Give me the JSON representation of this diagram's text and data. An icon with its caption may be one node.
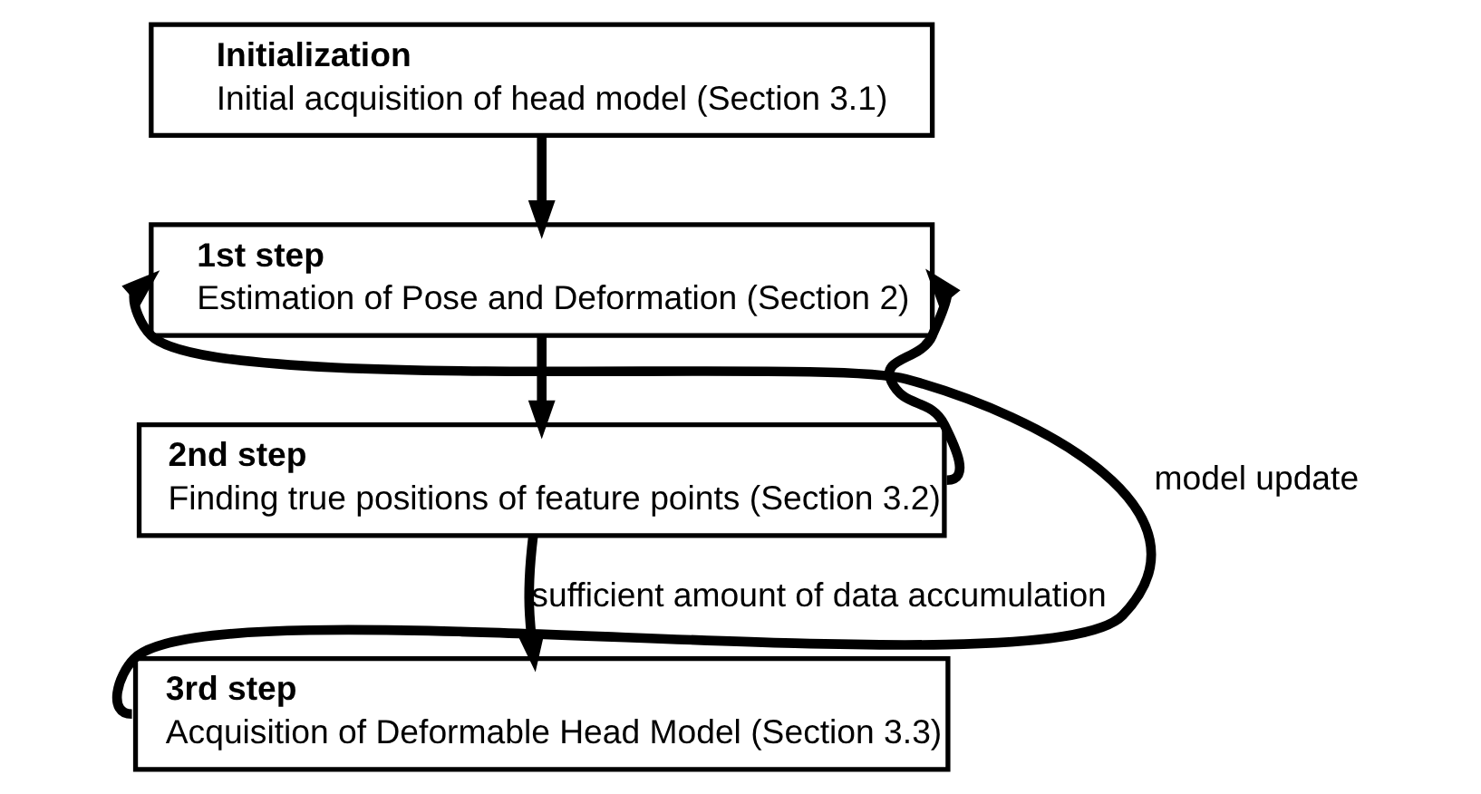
{
  "diagram": {
    "nodes": [
      {
        "text": [
          "Initialization",
          "Initial acquisition of head model (Section 3.1)"
        ]
      },
      {
        "text": [
          "1st step",
          "Estimation of Pose and Deformation (Section 2)"
        ]
      },
      {
        "text": [
          "2nd step",
          "Finding true positions of feature points (Section 3.2)"
        ]
      },
      {
        "text": [
          "3rd step",
          "Acquisition of Deformable Head Model (Section 3.3)"
        ]
      }
    ],
    "edges": [
      {
        "from": 0,
        "to": 1,
        "arrow": "to"
      },
      {
        "from": 1,
        "to": 2,
        "arrow": "to"
      },
      {
        "from": 2,
        "to": 1,
        "arrow": "to"
      },
      {
        "from": 2,
        "to": 3,
        "arrow": "to",
        "label": "sufficient amount of data accumulation"
      },
      {
        "from": 3,
        "to": 1,
        "arrow": "to",
        "label": "model update"
      }
    ]
  }
}
